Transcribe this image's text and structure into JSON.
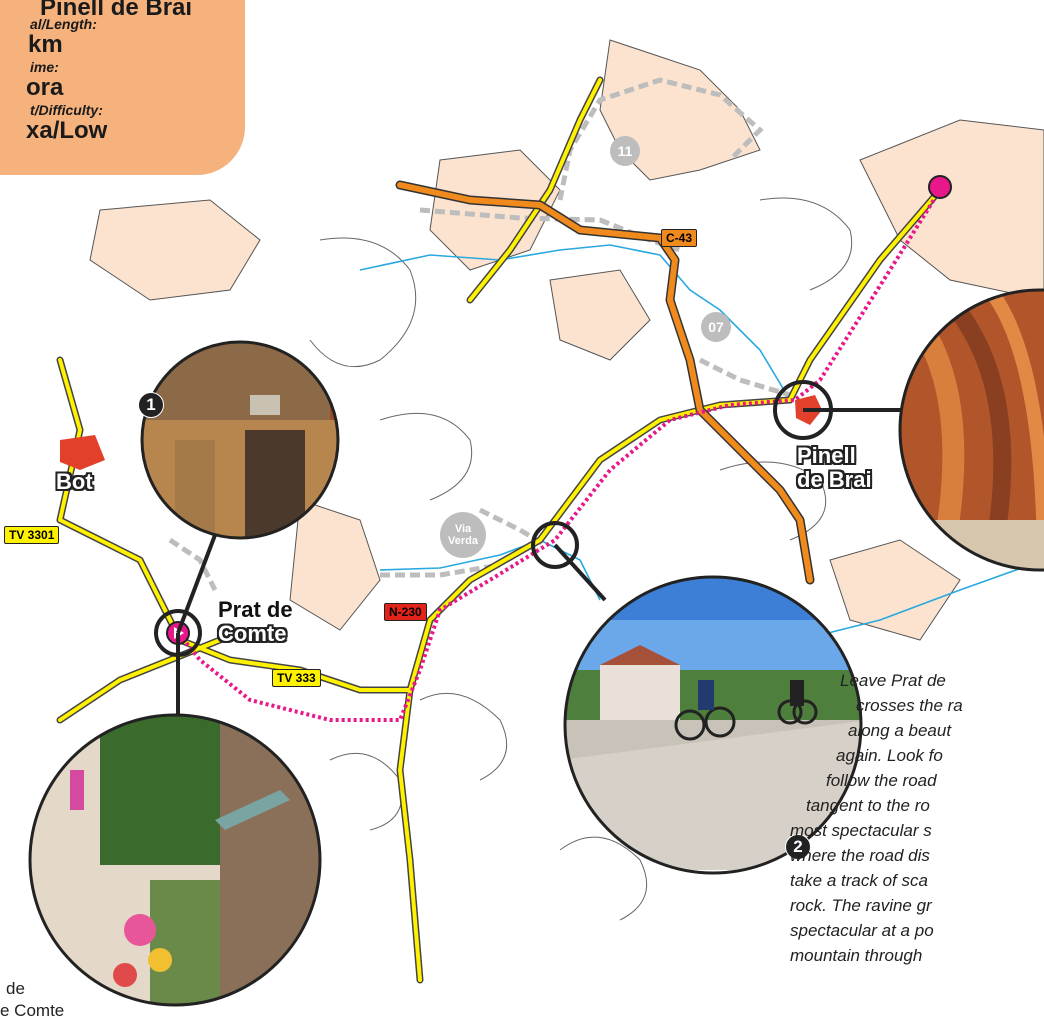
{
  "info": {
    "route_name": "Pinell de Brai",
    "length_label": "al/Length:",
    "length_value": "km",
    "time_label": "ime:",
    "time_value": "ora",
    "difficulty_label": "t/Difficulty:",
    "difficulty_value": "xa/Low"
  },
  "roads": {
    "c43": "C-43",
    "n230": "N-230",
    "tv3301": "TV 3301",
    "tv333": "TV 333"
  },
  "places": {
    "bot": "Bot",
    "prat_line1": "Prat de",
    "prat_line2": "Comte",
    "pinell_line1": "Pinell",
    "pinell_line2": "de Brai"
  },
  "badges": {
    "route11": "11",
    "route07": "07",
    "via_line1": "Via",
    "via_line2": "Verda"
  },
  "stops": {
    "stop1": "1",
    "stop2": "2"
  },
  "description": [
    "Leave Prat de",
    "crosses the ra",
    "along a beaut",
    "again. Look fo",
    "follow the road",
    "tangent to the ro",
    "most spectacular s",
    "where the road dis",
    "take a track of sca",
    "rock. The ravine gr",
    "spectacular at a po",
    "mountain through"
  ],
  "caption": {
    "line1": "de",
    "line2": "e Comte"
  },
  "colors": {
    "terrain": "#fbe3cf",
    "road_orange": "#f08a1c",
    "road_yellow": "#fff200",
    "route_magenta": "#e8178a",
    "river": "#29a9e0",
    "dashed_grey": "#bdbdbd",
    "box": "#f6b27c"
  }
}
